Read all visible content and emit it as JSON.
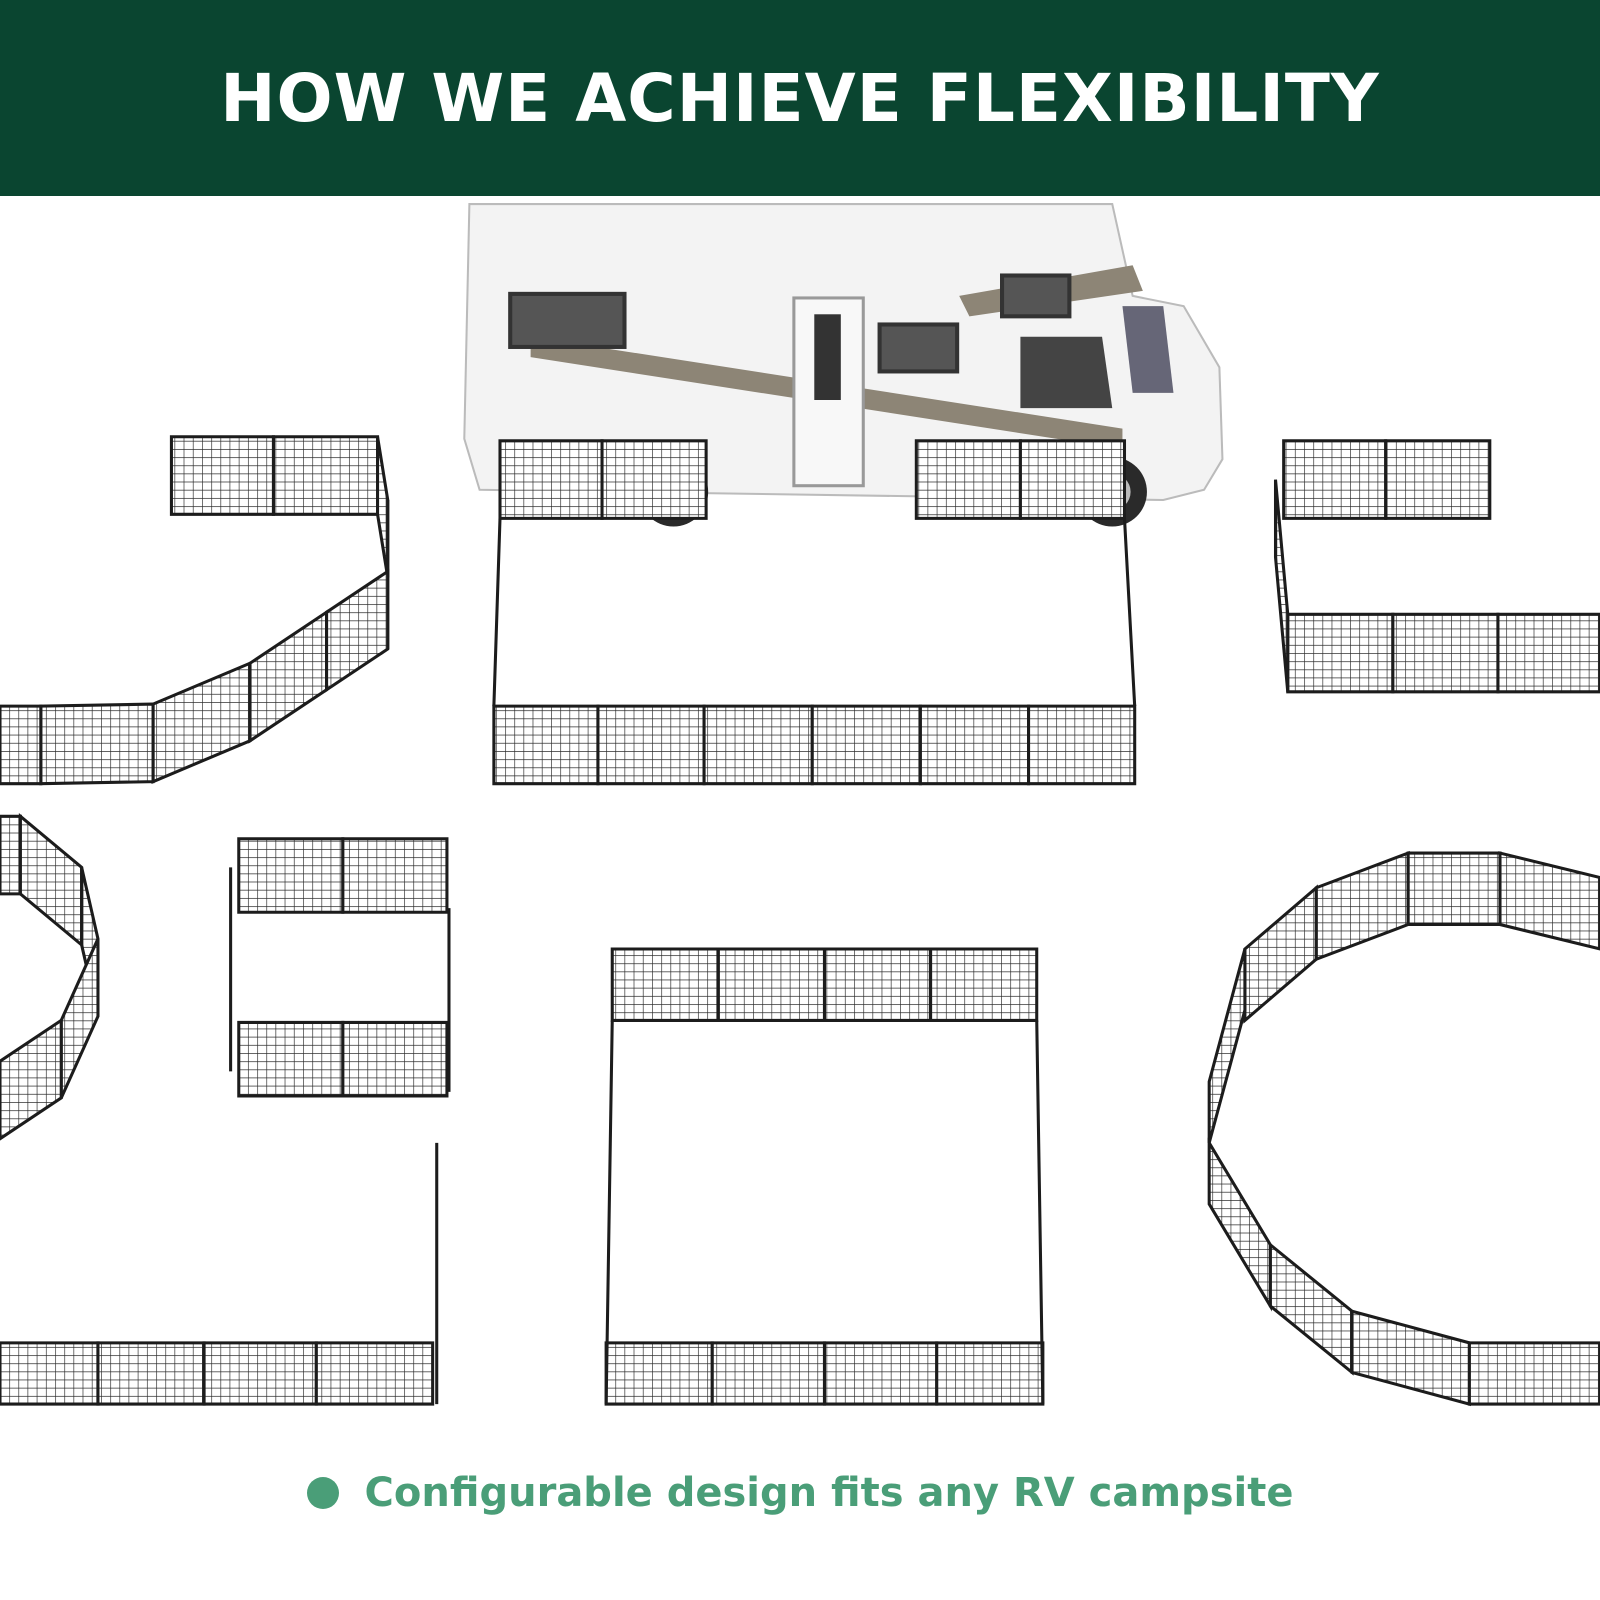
{
  "header": {
    "title": "HOW WE ACHIEVE FLEXIBILITY"
  },
  "caption": {
    "text": "Configurable design fits any RV campsite"
  },
  "colors": {
    "header_bg": "#0a4530",
    "accent": "#4a9e78",
    "fence": "#1c1c1c"
  },
  "illustration": {
    "vehicle": "rv-motorhome",
    "fence_layouts": 6
  }
}
